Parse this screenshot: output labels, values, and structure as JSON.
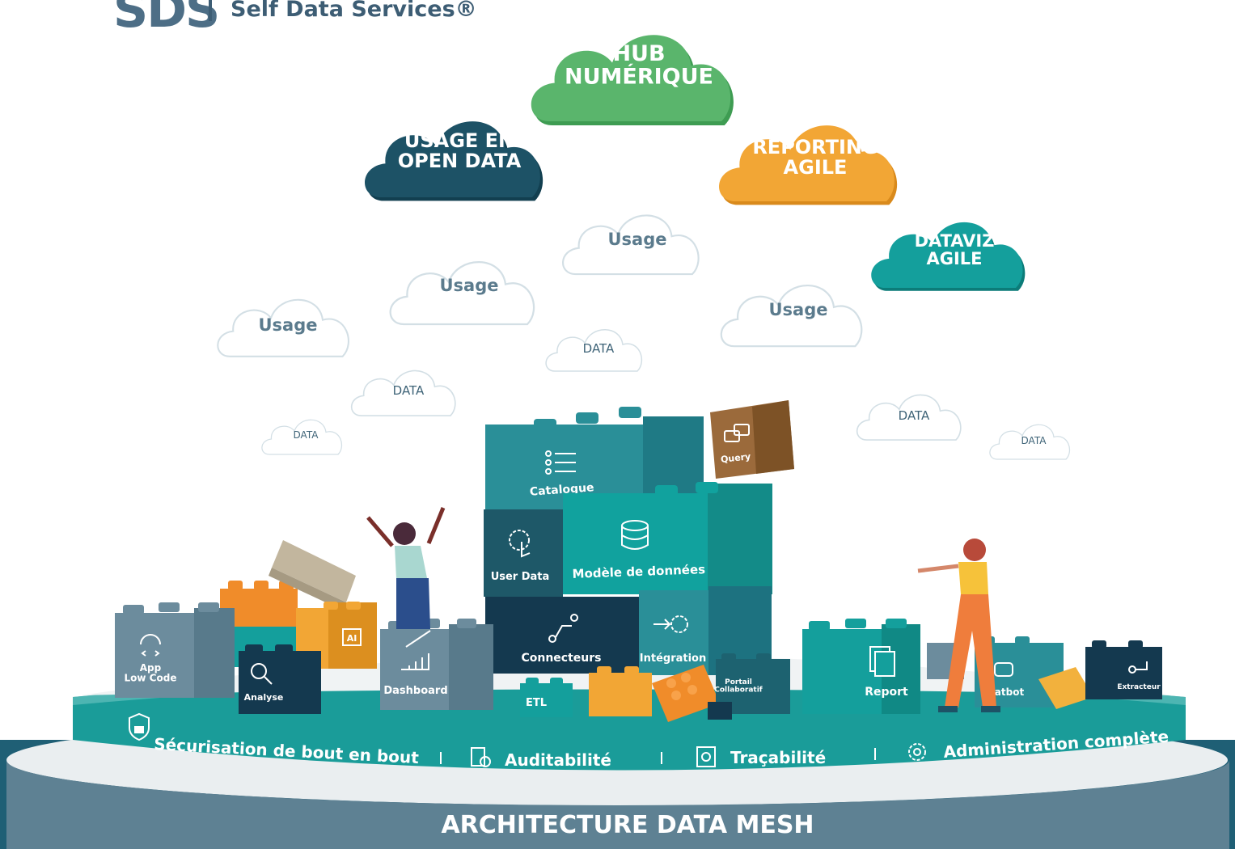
{
  "brand": {
    "mark": "SDS",
    "name": "Self Data Services®"
  },
  "clouds": {
    "hub": "HUB\nNUMÉRIQUE",
    "open_data": "USAGE EN\nOPEN DATA",
    "reporting": "REPORTING\nAGILE",
    "dataviz": "DATAVIZ\nAGILE",
    "usage": "Usage",
    "data": "DATA"
  },
  "bricks": {
    "catalogue": "Catalogue",
    "query": "Query",
    "user_data": "User Data",
    "modele": "Modèle de données",
    "connecteurs": "Connecteurs",
    "integration": "Intégration",
    "app": "App\nLow Code",
    "analyse": "Analyse",
    "ai": "AI",
    "dashboard": "Dashboard",
    "etl": "ETL",
    "portail": "Portail\nCollaboratif",
    "report": "Report",
    "chatbot": "atbot",
    "extracteur": "Extracteur"
  },
  "features": {
    "securisation": "Sécurisation de bout en bout",
    "auditabilite": "Auditabilité",
    "tracabilite": "Traçabilité",
    "administration": "Administration complète"
  },
  "base_title": "ARCHITECTURE DATA MESH",
  "colors": {
    "green": "#5ab56c",
    "navy": "#1d5266",
    "orange": "#f2a635",
    "teal": "#149f9c",
    "slate": "#5f8295",
    "dark": "#14394f",
    "brown": "#9b6a3b",
    "beige": "#c2b69e"
  }
}
